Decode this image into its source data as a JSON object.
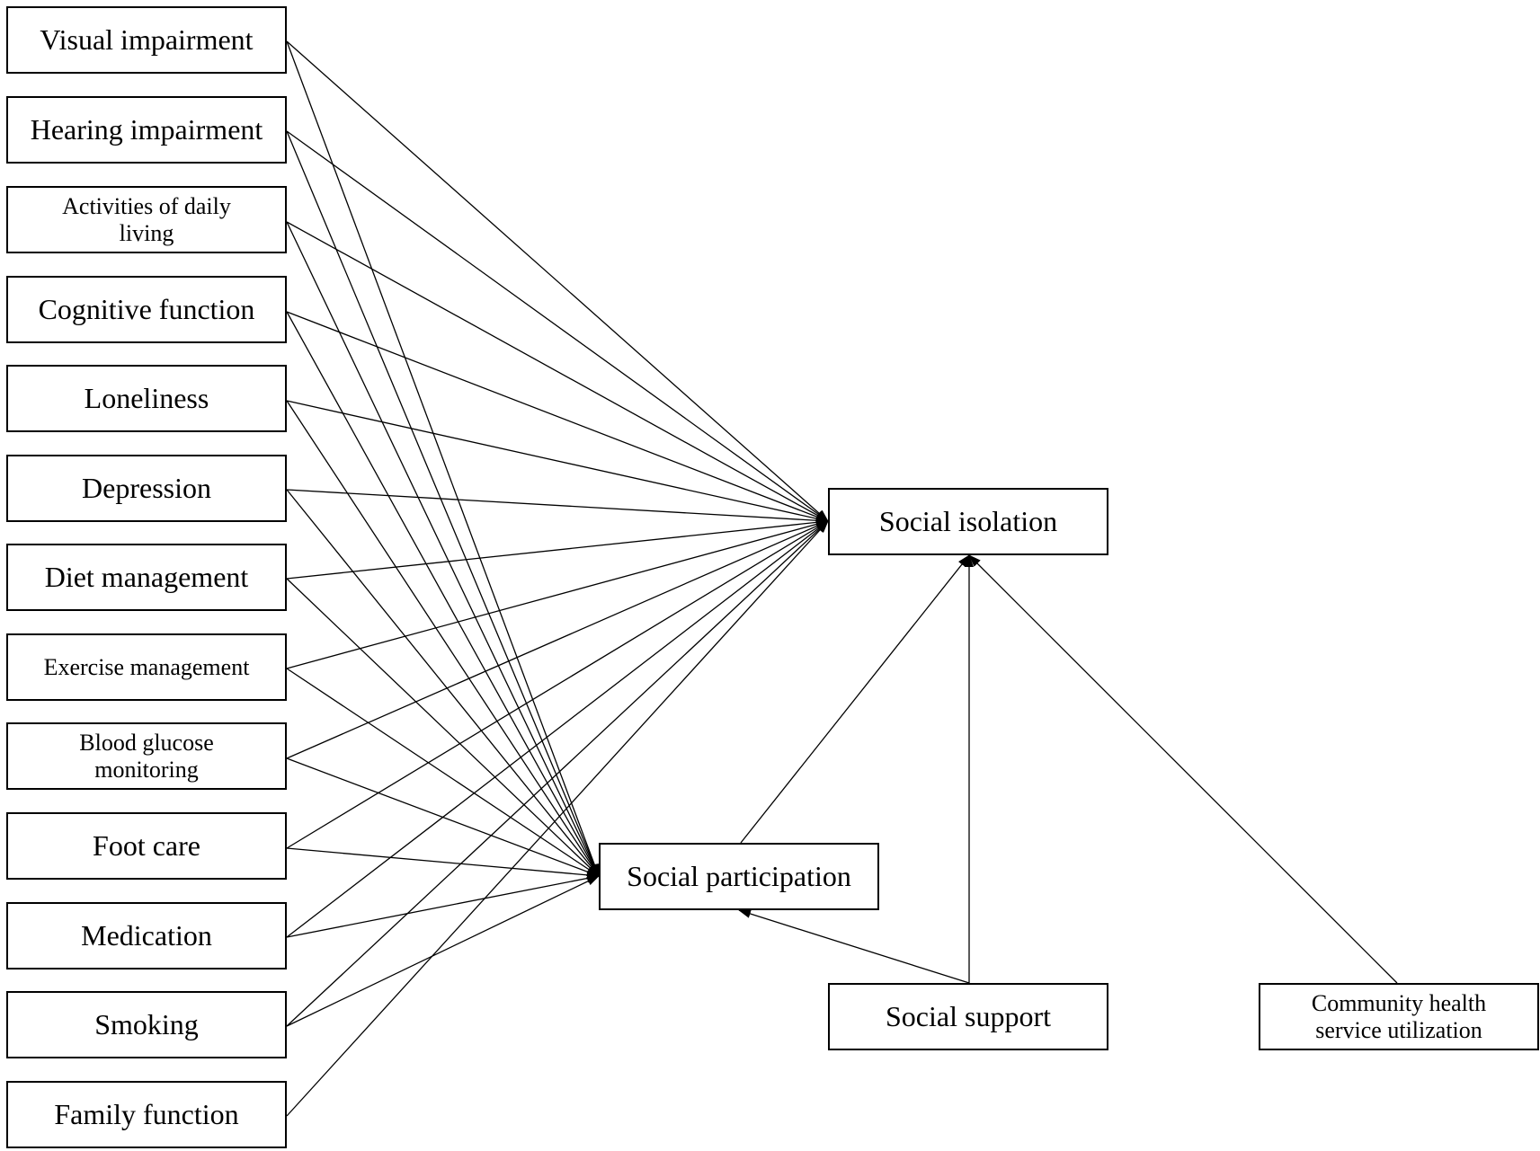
{
  "nodes": {
    "visual_impairment": "Visual impairment",
    "hearing_impairment": "Hearing impairment",
    "activities_of_daily_living": "Activities of daily living",
    "cognitive_function": "Cognitive function",
    "loneliness": "Loneliness",
    "depression": "Depression",
    "diet_management": "Diet management",
    "exercise_management": "Exercise management",
    "blood_glucose_monitoring": "Blood glucose monitoring",
    "foot_care": "Foot care",
    "medication": "Medication",
    "smoking": "Smoking",
    "family_function": "Family function",
    "social_isolation": "Social isolation",
    "social_participation": "Social participation",
    "social_support": "Social support",
    "community_health_service_utilization": "Community health service utilization"
  },
  "edges": [
    {
      "from": "visual_impairment",
      "to": "social_isolation"
    },
    {
      "from": "hearing_impairment",
      "to": "social_isolation"
    },
    {
      "from": "activities_of_daily_living",
      "to": "social_isolation"
    },
    {
      "from": "cognitive_function",
      "to": "social_isolation"
    },
    {
      "from": "loneliness",
      "to": "social_isolation"
    },
    {
      "from": "depression",
      "to": "social_isolation"
    },
    {
      "from": "diet_management",
      "to": "social_isolation"
    },
    {
      "from": "exercise_management",
      "to": "social_isolation"
    },
    {
      "from": "blood_glucose_monitoring",
      "to": "social_isolation"
    },
    {
      "from": "foot_care",
      "to": "social_isolation"
    },
    {
      "from": "medication",
      "to": "social_isolation"
    },
    {
      "from": "smoking",
      "to": "social_isolation"
    },
    {
      "from": "family_function",
      "to": "social_isolation"
    },
    {
      "from": "visual_impairment",
      "to": "social_participation"
    },
    {
      "from": "hearing_impairment",
      "to": "social_participation"
    },
    {
      "from": "activities_of_daily_living",
      "to": "social_participation"
    },
    {
      "from": "cognitive_function",
      "to": "social_participation"
    },
    {
      "from": "loneliness",
      "to": "social_participation"
    },
    {
      "from": "depression",
      "to": "social_participation"
    },
    {
      "from": "diet_management",
      "to": "social_participation"
    },
    {
      "from": "exercise_management",
      "to": "social_participation"
    },
    {
      "from": "blood_glucose_monitoring",
      "to": "social_participation"
    },
    {
      "from": "foot_care",
      "to": "social_participation"
    },
    {
      "from": "medication",
      "to": "social_participation"
    },
    {
      "from": "smoking",
      "to": "social_participation"
    },
    {
      "from": "social_participation",
      "to": "social_isolation"
    },
    {
      "from": "social_support",
      "to": "social_isolation"
    },
    {
      "from": "community_health_service_utilization",
      "to": "social_isolation"
    },
    {
      "from": "social_support",
      "to": "social_participation"
    }
  ]
}
